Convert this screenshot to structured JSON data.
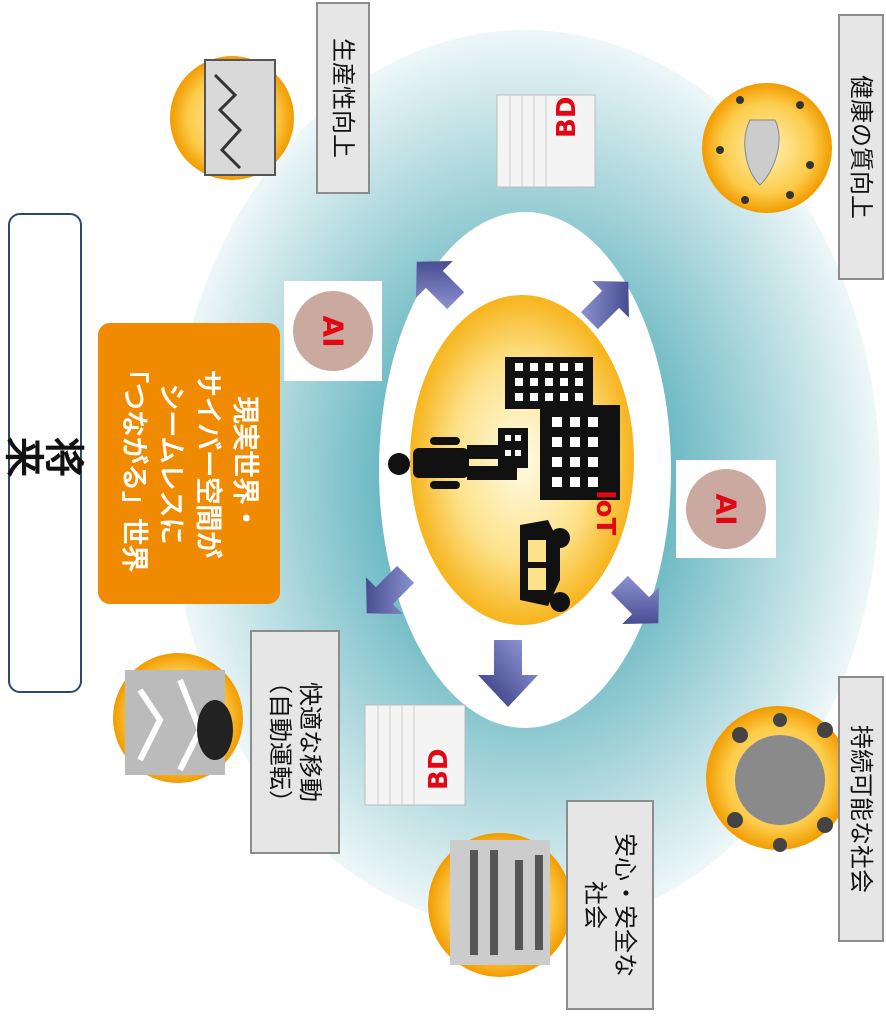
{
  "title": "将来",
  "headline": {
    "lines": [
      "現実世界・",
      "サイバー空間が",
      "シームレスに",
      "「つながる」世界"
    ]
  },
  "center": {
    "iot_label": "IoT"
  },
  "ai_labels": [
    "AI",
    "AI"
  ],
  "bd_labels": [
    "BD",
    "BD"
  ],
  "outcomes": {
    "productivity": "生産性向上",
    "health": "健康の質向上",
    "mobility_line1": "快適な移動",
    "mobility_line2": "（自動運転）",
    "safety_line1": "安心・安全な",
    "safety_line2": "社会",
    "sustainable": "持続可能な社会"
  },
  "colors": {
    "orange": "#f08a00",
    "teal": "#5fb3bd",
    "arrow": "#4a4f9a",
    "red": "#e30613"
  }
}
